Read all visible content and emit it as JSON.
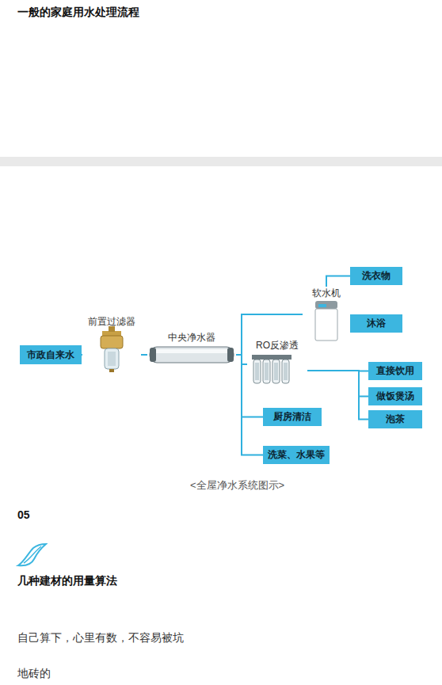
{
  "diagram": {
    "title": "一般的家庭用水处理流程",
    "caption": "<全屋净水系统图示>",
    "nodes": [
      {
        "text": [
          "市政自来水"
        ]
      },
      {
        "text": [
          "前置过滤器"
        ]
      },
      {
        "text": [
          "中央净水器"
        ]
      },
      {
        "text": [
          "软水机"
        ]
      },
      {
        "text": [
          "洗衣物"
        ]
      },
      {
        "text": [
          "沐浴"
        ]
      },
      {
        "text": [
          "RO反渗透"
        ]
      },
      {
        "text": [
          "直接饮用"
        ]
      },
      {
        "text": [
          "做饭煲汤"
        ]
      },
      {
        "text": [
          "泡茶"
        ]
      },
      {
        "text": [
          "厨房清洁"
        ]
      },
      {
        "text": [
          "洗菜、水果等"
        ]
      }
    ],
    "edges": [
      {
        "from": 0,
        "to": 1,
        "arrow": "none"
      },
      {
        "from": 1,
        "to": 2,
        "arrow": "none"
      },
      {
        "from": 2,
        "to": 3,
        "arrow": "none"
      },
      {
        "from": 2,
        "to": 6,
        "arrow": "none"
      },
      {
        "from": 2,
        "to": 10,
        "arrow": "none"
      },
      {
        "from": 2,
        "to": 11,
        "arrow": "none"
      },
      {
        "from": 3,
        "to": 4,
        "arrow": "none"
      },
      {
        "from": 3,
        "to": 5,
        "arrow": "none"
      },
      {
        "from": 6,
        "to": 7,
        "arrow": "none"
      },
      {
        "from": 6,
        "to": 8,
        "arrow": "none"
      },
      {
        "from": 6,
        "to": 9,
        "arrow": "none"
      }
    ],
    "labels": [
      "05",
      "几种建材的用量算法",
      "自己算下，心里有数，不容易被坑",
      "地砖的"
    ]
  }
}
